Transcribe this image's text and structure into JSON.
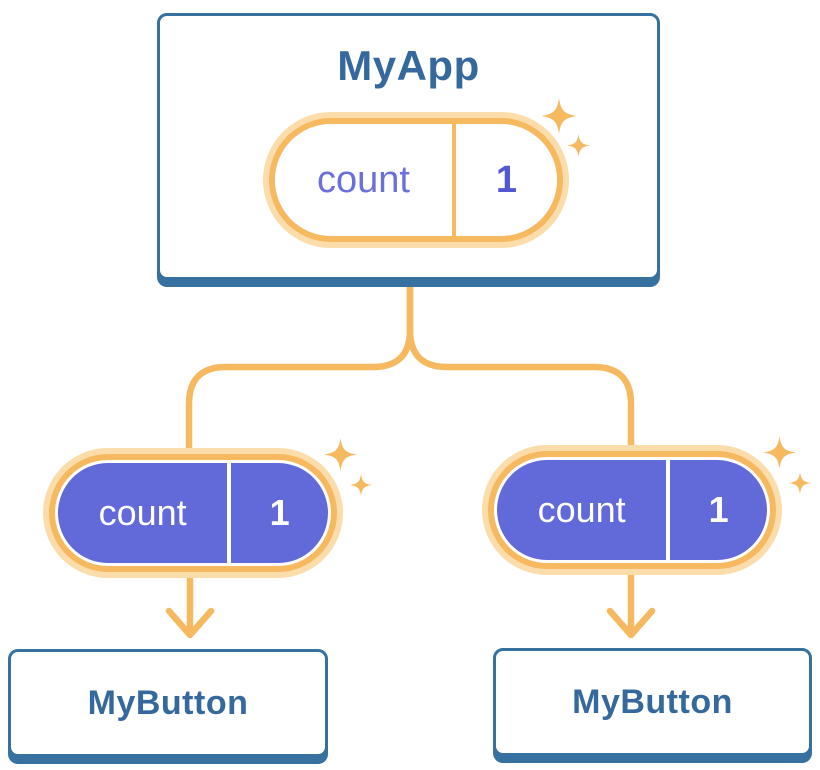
{
  "diagram": {
    "root": {
      "title": "MyApp",
      "state_pill": {
        "label": "count",
        "value": "1"
      }
    },
    "children": [
      {
        "title": "MyButton",
        "prop_pill": {
          "label": "count",
          "value": "1"
        }
      },
      {
        "title": "MyButton",
        "prop_pill": {
          "label": "count",
          "value": "1"
        }
      }
    ]
  },
  "icons": {
    "sparkle": "✦",
    "arrow_down": "↓"
  },
  "colors": {
    "card_border_blue": "#37719F",
    "title_blue": "#35699E",
    "connector_orange": "#F6B95F",
    "halo_orange": "#FBDCAB",
    "pill_purple": "#6269D8",
    "pill_text_purple": "#6B6FDC",
    "pill_value_purple": "#5257D2",
    "white": "#FFFFFF"
  }
}
